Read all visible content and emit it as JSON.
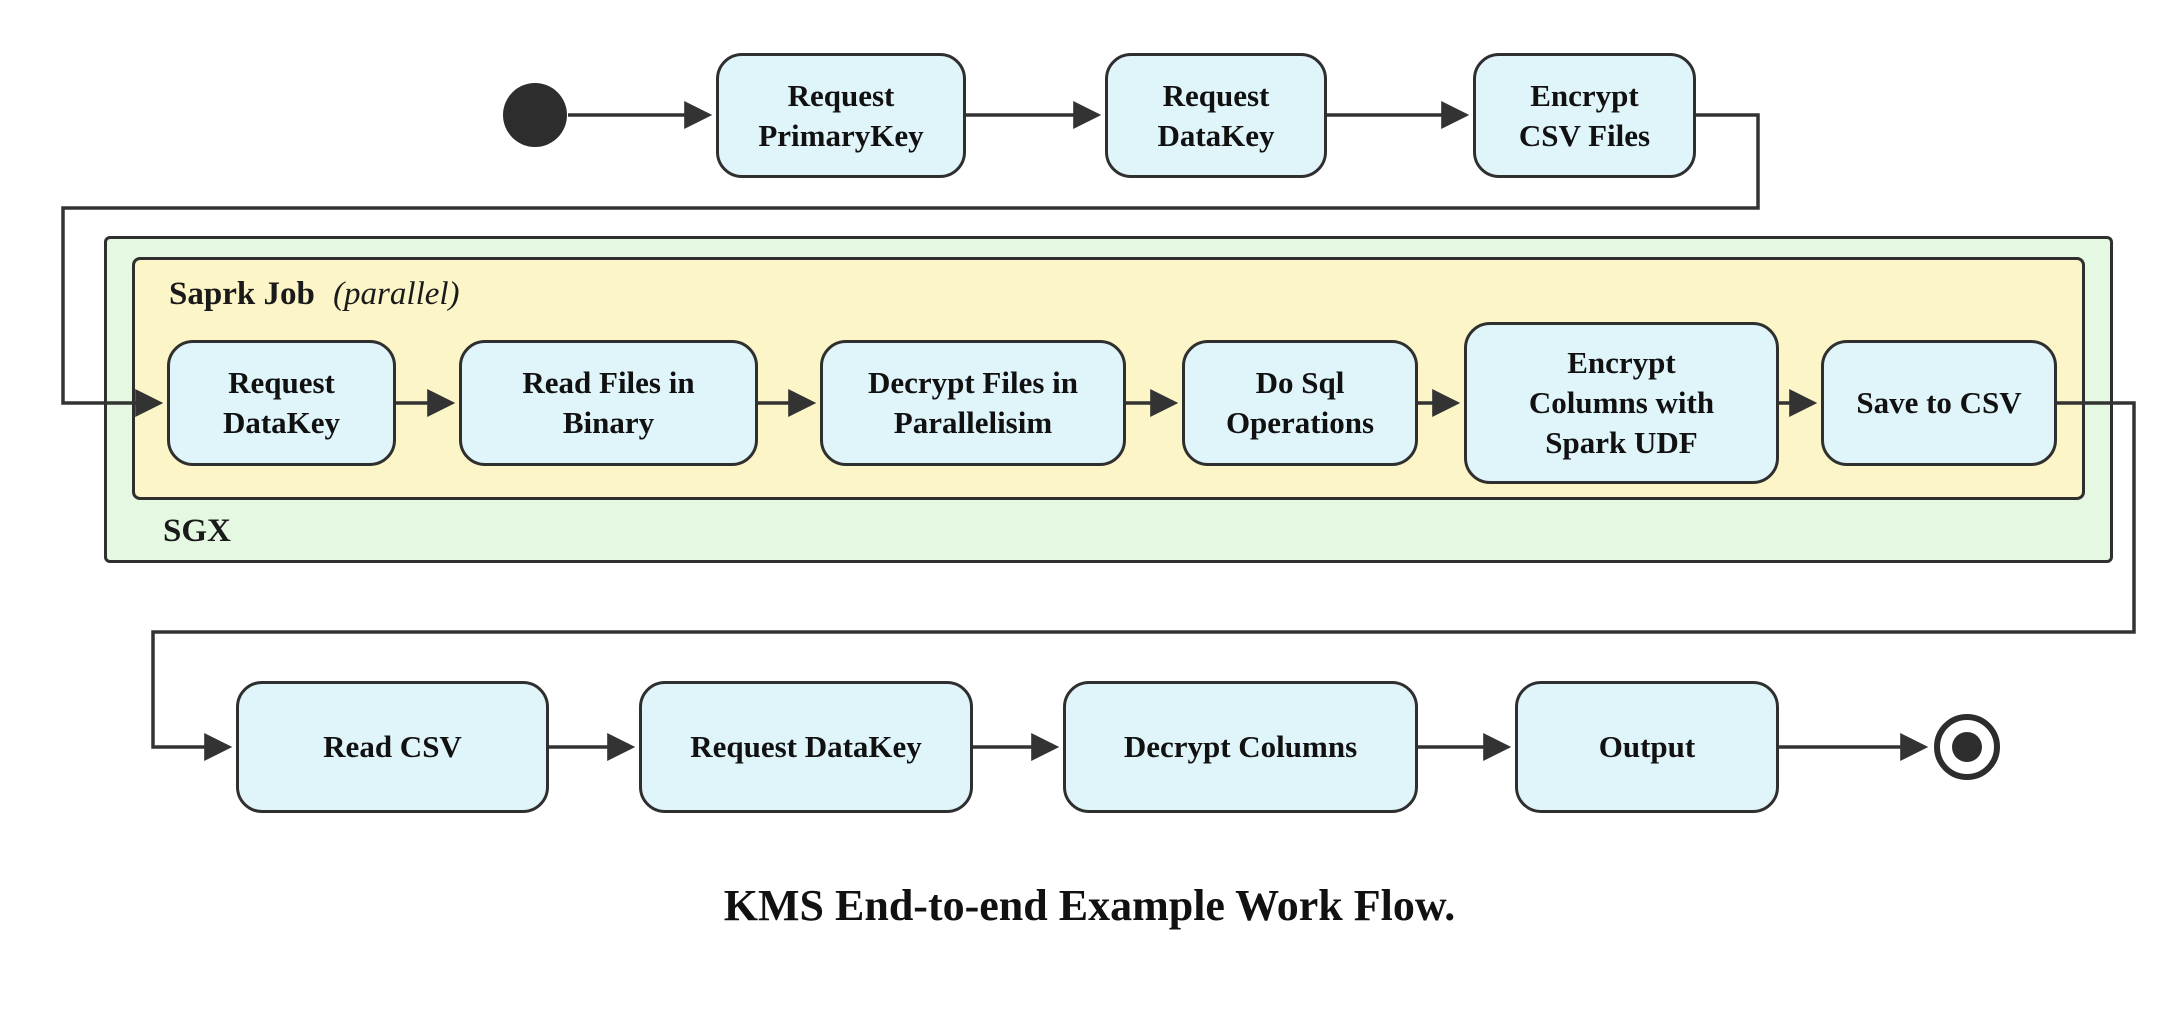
{
  "diagram": {
    "title": "KMS End-to-end Example Work Flow.",
    "colors": {
      "node_fill": "#E0F5F9",
      "node_border": "#2F2F2F",
      "spark_container_fill": "#FBF5C7",
      "sgx_container_fill": "#E4F8E2",
      "edge": "#333333"
    },
    "containers": {
      "sgx": {
        "label": "SGX"
      },
      "spark_job": {
        "label": "Saprk Job",
        "modifier": "(parallel)"
      }
    },
    "nodes": {
      "request_primarykey": "Request\nPrimaryKey",
      "request_datakey_top": "Request\nDataKey",
      "encrypt_csv_files": "Encrypt\nCSV Files",
      "request_datakey_spark": "Request\nDataKey",
      "read_files_in_binary": "Read Files in\nBinary",
      "decrypt_files_in_parallelisim": "Decrypt Files in\nParallelisim",
      "do_sql_operations": "Do Sql\nOperations",
      "encrypt_columns_with_spark_udf": "Encrypt\nColumns with\nSpark UDF",
      "save_to_csv": "Save to CSV",
      "read_csv": "Read CSV",
      "request_datakey_read": "Request DataKey",
      "decrypt_columns": "Decrypt Columns",
      "output": "Output"
    }
  }
}
